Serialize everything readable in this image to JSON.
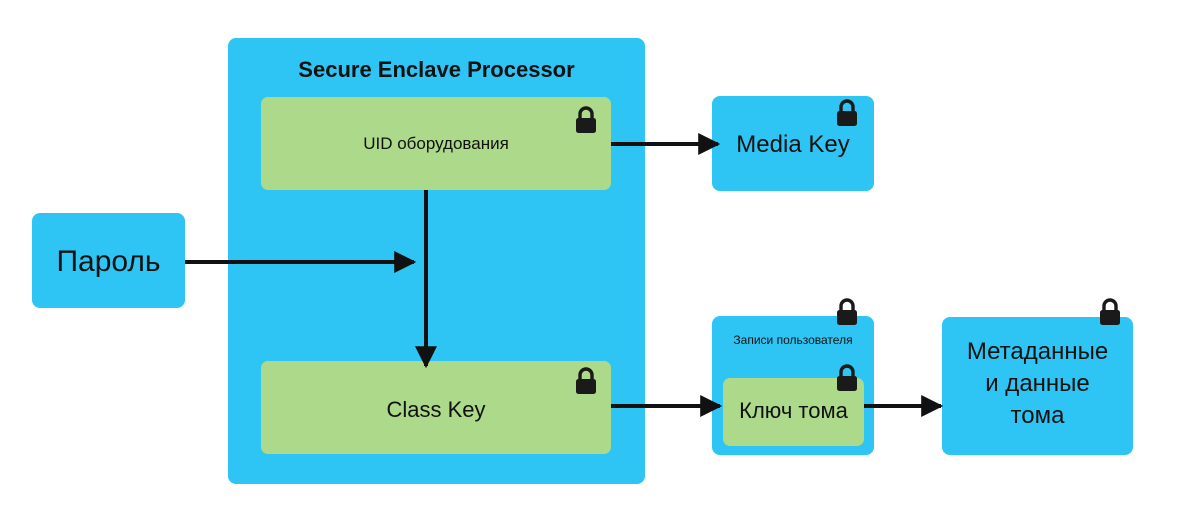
{
  "diagram": {
    "password": {
      "label": "Пароль"
    },
    "sep": {
      "title": "Secure Enclave Processor",
      "uid": {
        "label": "UID оборудования",
        "icon": "lock-icon"
      },
      "class_key": {
        "label": "Class Key",
        "icon": "lock-icon"
      }
    },
    "media_key": {
      "label": "Media Key",
      "icon": "lock-icon"
    },
    "user_records": {
      "label": "Записи пользователя",
      "icon": "lock-icon",
      "volume_key": {
        "label": "Ключ тома",
        "icon": "lock-icon"
      }
    },
    "volume_data": {
      "lines": [
        "Метаданные",
        "и данные",
        "тома"
      ],
      "icon": "lock-icon"
    }
  },
  "colors": {
    "blue_box": "#2ec4f3",
    "green_box": "#acd98a",
    "arrow": "#111111",
    "lock": "#1a1a1a"
  }
}
